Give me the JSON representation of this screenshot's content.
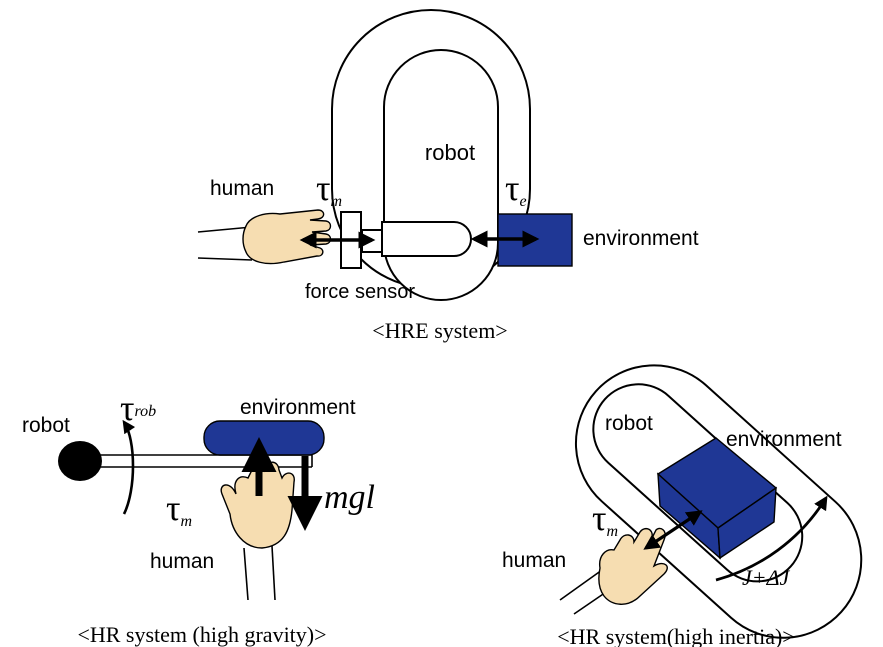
{
  "hre": {
    "robot_label": "robot",
    "human_label": "human",
    "sensor_label": "force sensor",
    "env_label": "environment",
    "tau_m_base": "τ",
    "tau_m_sub": "m",
    "tau_e_base": "τ",
    "tau_e_sub": "e",
    "caption": "<HRE system>"
  },
  "hr_gravity": {
    "robot_label": "robot",
    "env_label": "environment",
    "human_label": "human",
    "tau_rob_base": "τ",
    "tau_rob_sub": "rob",
    "tau_m_base": "τ",
    "tau_m_sub": "m",
    "mgl_label": "mgl",
    "caption": "<HR system (high gravity)>"
  },
  "hr_inertia": {
    "robot_label": "robot",
    "env_label": "environment",
    "human_label": "human",
    "tau_m_base": "τ",
    "tau_m_sub": "m",
    "inertia_label": "J+ΔJ",
    "caption": "<HR system(high inertia)>"
  },
  "colors": {
    "environment_blue": "#1f3795",
    "hand_skin": "#f6ddb1"
  }
}
